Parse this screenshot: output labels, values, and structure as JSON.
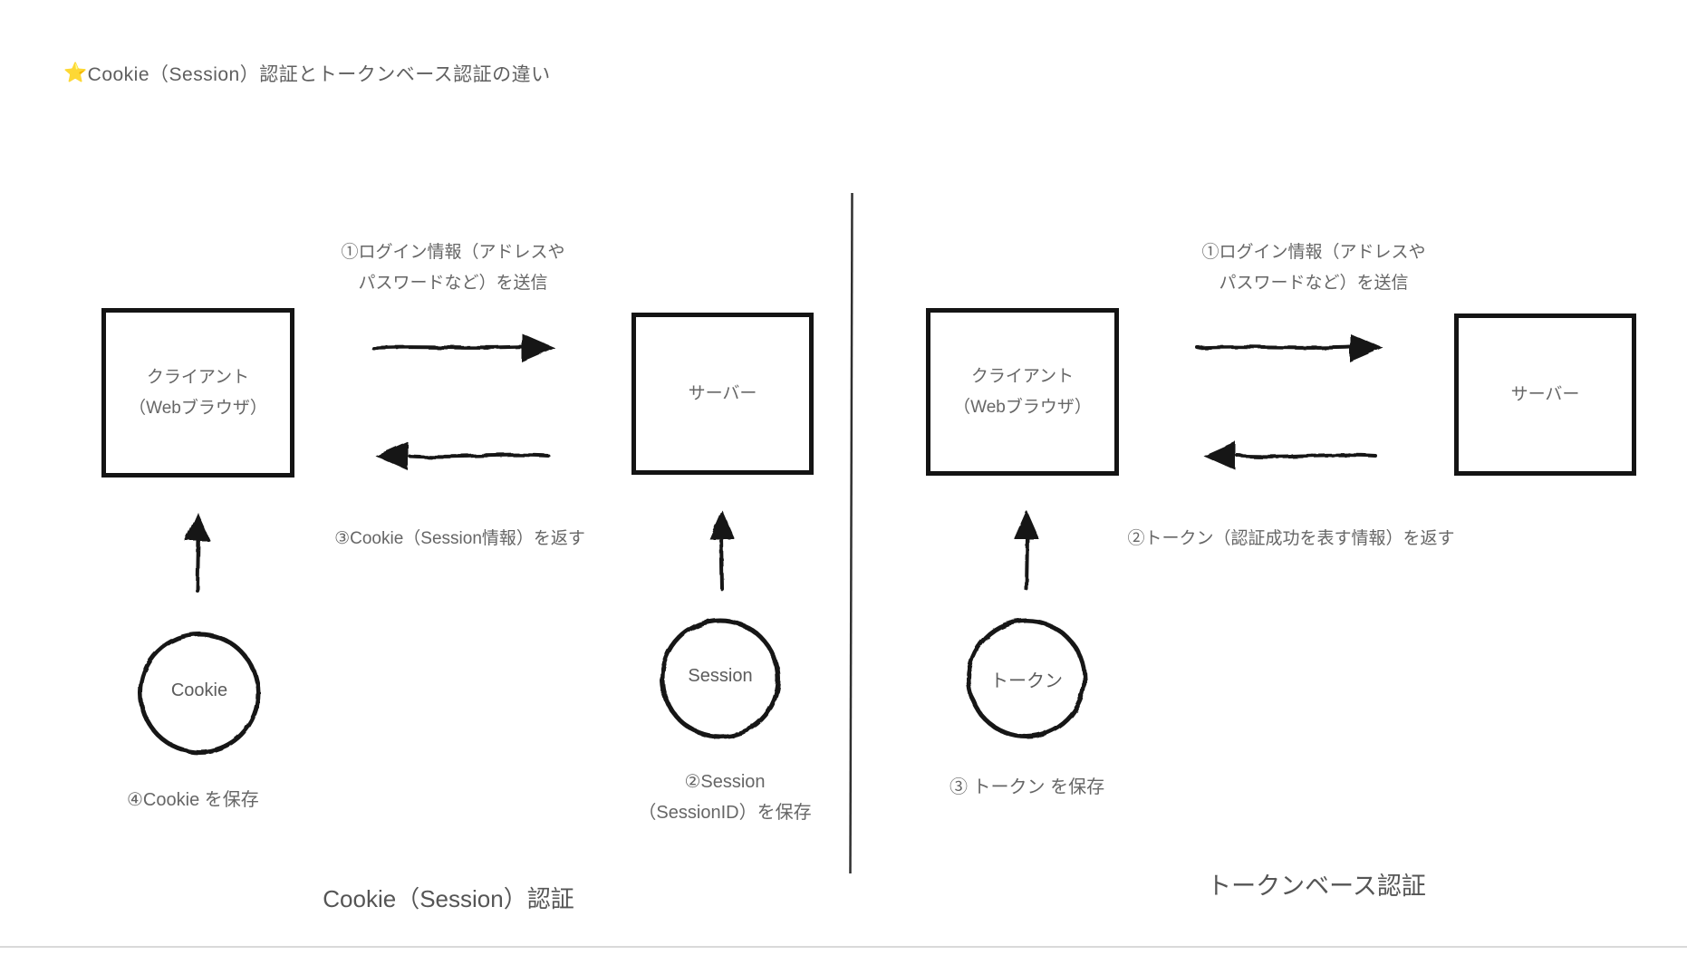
{
  "title": {
    "star": "⭐",
    "text": "Cookie（Session）認証とトークンベース認証の違い"
  },
  "cookie_panel": {
    "client": {
      "line1": "クライアント",
      "line2": "（Webブラウザ）"
    },
    "server": "サーバー",
    "arrow1_label": {
      "line1": "①ログイン情報（アドレスや",
      "line2": "パスワードなど）を送信"
    },
    "arrow2_label": "③Cookie（Session情報）を返す",
    "cookie_node": "Cookie",
    "session_node": "Session",
    "cookie_save_label": "④Cookie を保存",
    "session_save_label": {
      "line1": "②Session",
      "line2": "（SessionID）を保存"
    },
    "caption": "Cookie（Session）認証"
  },
  "token_panel": {
    "client": {
      "line1": "クライアント",
      "line2": "（Webブラウザ）"
    },
    "server": "サーバー",
    "arrow1_label": {
      "line1": "①ログイン情報（アドレスや",
      "line2": "パスワードなど）を送信"
    },
    "arrow2_label": "②トークン（認証成功を表す情報）を返す",
    "token_node": "トークン",
    "token_save_label": "③ トークン を保存",
    "caption": "トークンベース認証"
  },
  "colors": {
    "shape_stroke": "#141414",
    "label_text": "#666666",
    "divider": "#2f2f2f",
    "bottom_border": "#d9d9d9"
  }
}
